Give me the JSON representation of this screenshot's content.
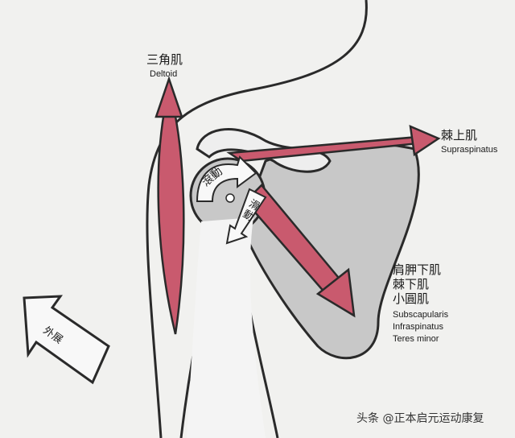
{
  "labels": {
    "deltoid_zh": "三角肌",
    "deltoid_en": "Deltoid",
    "supraspinatus_zh": "棘上肌",
    "supraspinatus_en": "Supraspinatus",
    "rotator_zh": [
      "肩胛下肌",
      "棘下肌",
      "小圓肌"
    ],
    "rotator_en": [
      "Subscapularis",
      "Infraspinatus",
      "Teres minor"
    ],
    "rolling": "滾動",
    "gliding": "滑動",
    "abduction": "外展"
  },
  "watermark": "头条 @正本启元运动康复",
  "colors": {
    "muscle": "#c95a6e",
    "bone": "#c8c8c8",
    "outline": "#2a2a2a",
    "background": "#f1f1ef"
  }
}
